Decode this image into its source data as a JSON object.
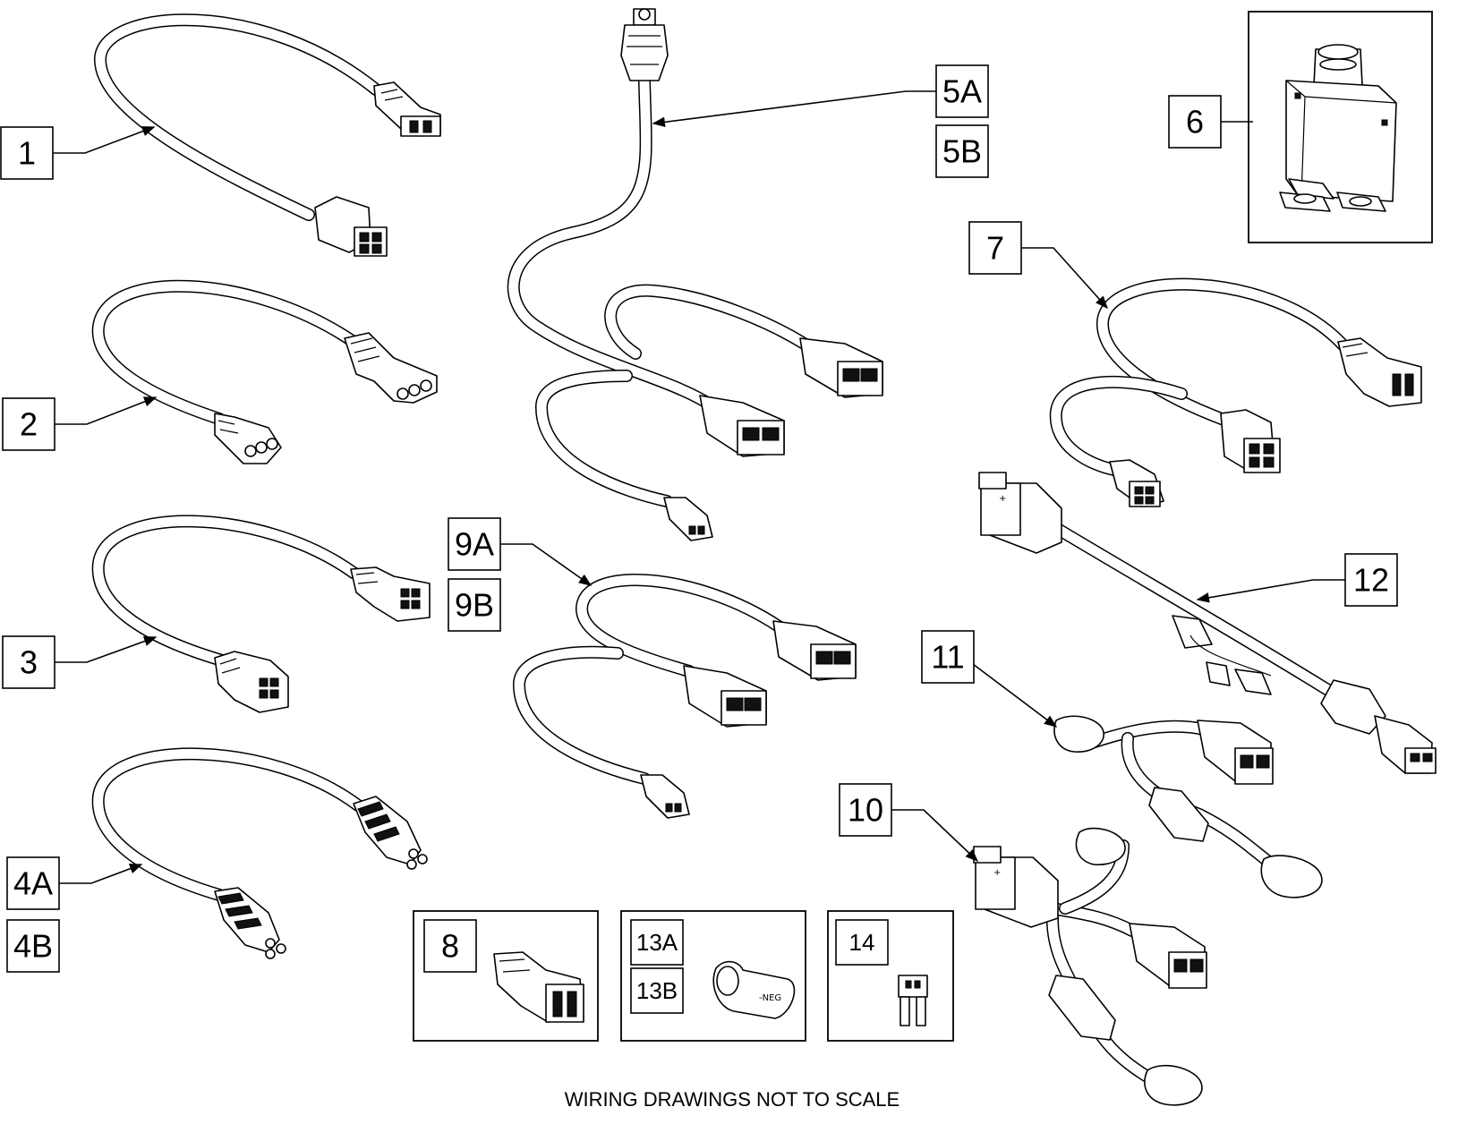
{
  "callouts": {
    "c1": "1",
    "c2": "2",
    "c3": "3",
    "c4a": "4A",
    "c4b": "4B",
    "c5a": "5A",
    "c5b": "5B",
    "c6": "6",
    "c7": "7",
    "c8": "8",
    "c9a": "9A",
    "c9b": "9B",
    "c10": "10",
    "c11": "11",
    "c12": "12",
    "c13a": "13A",
    "c13b": "13B",
    "c14": "14"
  },
  "footer": {
    "note": "WIRING DRAWINGS NOT TO SCALE"
  }
}
